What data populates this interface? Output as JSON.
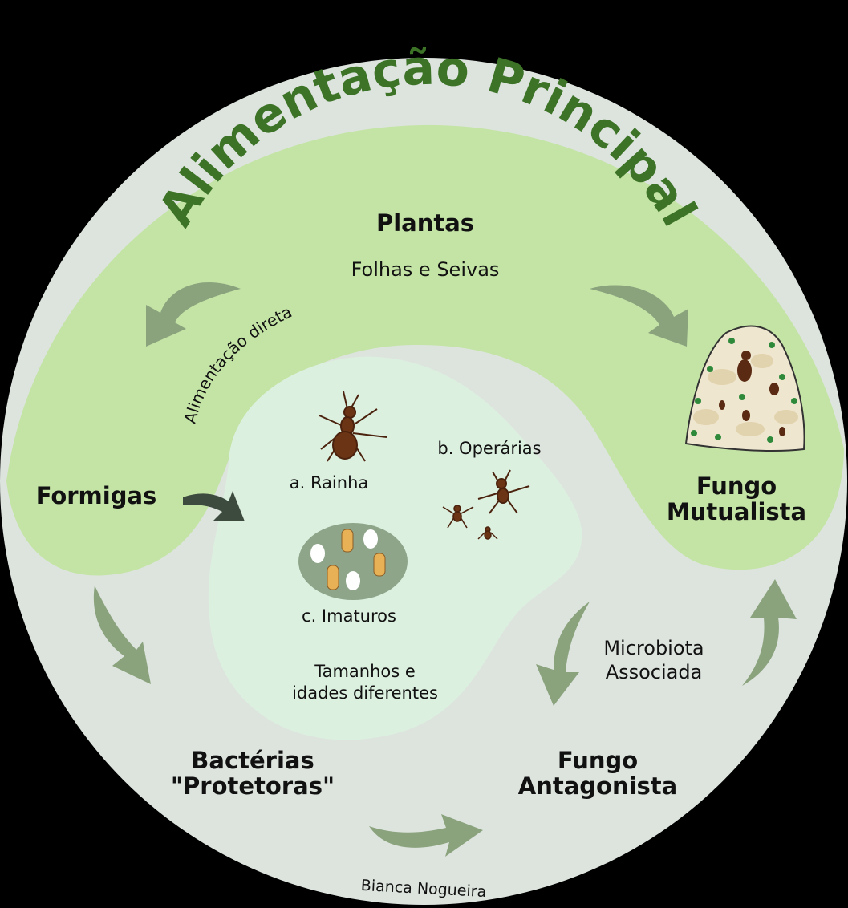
{
  "title": "Alimentação Principal",
  "plants": {
    "title": "Plantas",
    "subtitle": "Folhas e Seivas"
  },
  "direct_feeding": "Alimentação direta",
  "ants": "Formigas",
  "fungus_mutualist": {
    "line1": "Fungo",
    "line2": "Mutualista"
  },
  "colony": {
    "queen": "a. Rainha",
    "workers": "b. Operárias",
    "immatures": "c. Imaturos",
    "note_line1": "Tamanhos e",
    "note_line2": "idades diferentes"
  },
  "microbiota": {
    "line1": "Microbiota",
    "line2": "Associada"
  },
  "bacteria": {
    "line1": "Bactérias",
    "line2": "\"Protetoras\""
  },
  "fungus_antagonist": {
    "line1": "Fungo",
    "line2": "Antagonista"
  },
  "author": "Bianca Nogueira",
  "colors": {
    "background": "#000000",
    "outer_circle": "#dde4de",
    "green_band": "#c4e4a6",
    "inner_area": "#dcf0df",
    "title": "#3c7327",
    "arrow": "#8aa37d",
    "dark_arrow": "#3d4a3e",
    "ant": "#6b3415"
  },
  "icons": [
    "ant-queen-icon",
    "ant-worker-icon",
    "larva-icon",
    "pupa-icon",
    "fungus-garden-icon",
    "arrow-icon"
  ]
}
